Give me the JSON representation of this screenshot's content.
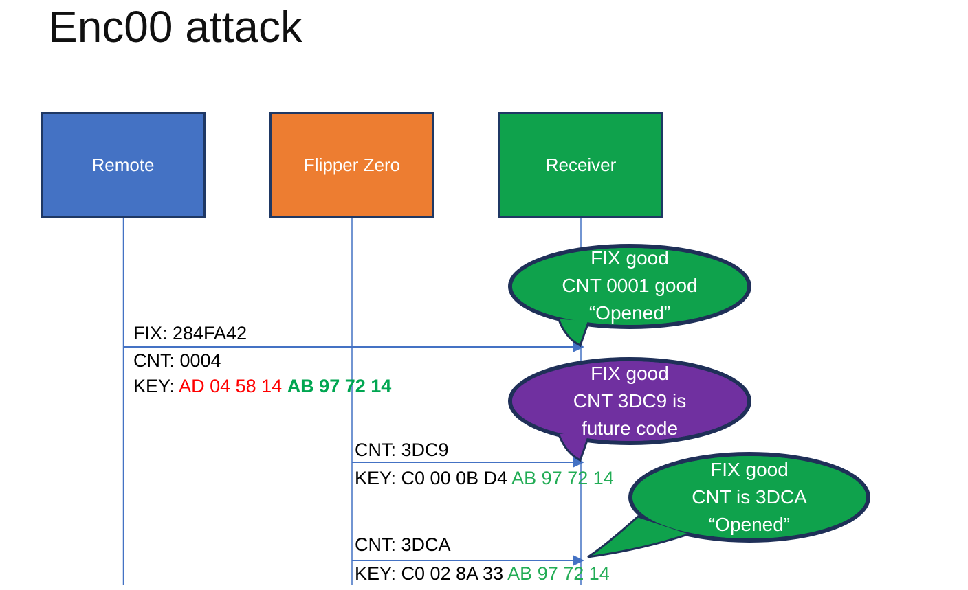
{
  "title": "Enc00 attack",
  "colors": {
    "box_blue": "#4472c4",
    "box_orange": "#ed7d31",
    "box_green": "#0fa24c",
    "bubble_green": "#0fa24c",
    "bubble_purple": "#7030a0",
    "outline_dark": "#1f3058",
    "line_blue": "#4472c4",
    "key_red": "#ff0000",
    "key_green_bold": "#00a651",
    "key_green": "#22ac55"
  },
  "actors": [
    {
      "label": "Remote"
    },
    {
      "label": "Flipper Zero"
    },
    {
      "label": "Receiver"
    }
  ],
  "messages": [
    {
      "from": "Remote",
      "to": "Receiver",
      "above": "FIX: 284FA42",
      "below": "CNT: 0004",
      "key_prefix": "KEY: ",
      "key_red": "AD 04 58 14 ",
      "key_green": "AB 97 72 14"
    },
    {
      "from": "Flipper Zero",
      "to": "Receiver",
      "above": "CNT: 3DC9",
      "key_prefix": "KEY: C0 00 0B D4 ",
      "key_green": "AB 97 72 14"
    },
    {
      "from": "Flipper Zero",
      "to": "Receiver",
      "above": "CNT: 3DCA",
      "key_prefix": "KEY: C0 02 8A 33 ",
      "key_green": "AB 97 72 14"
    }
  ],
  "bubbles": [
    {
      "color": "green",
      "lines": [
        "FIX good",
        "CNT 0001 good",
        "“Opened”"
      ]
    },
    {
      "color": "purple",
      "lines": [
        "FIX good",
        "CNT 3DC9 is",
        "future code"
      ]
    },
    {
      "color": "green",
      "lines": [
        "FIX good",
        "CNT is 3DCA",
        "“Opened”"
      ]
    }
  ]
}
